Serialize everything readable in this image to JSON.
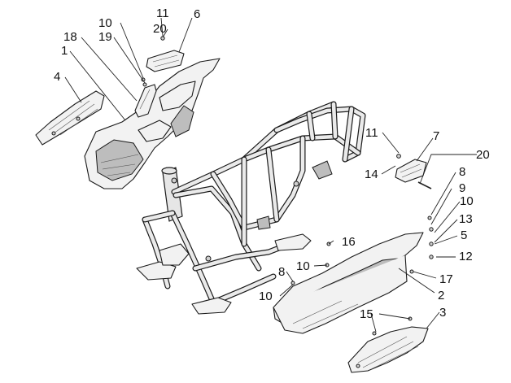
{
  "callouts": [
    {
      "id": "c11a",
      "text": "11"
    },
    {
      "id": "c6",
      "text": "6"
    },
    {
      "id": "c20a",
      "text": "20"
    },
    {
      "id": "c10a",
      "text": "10"
    },
    {
      "id": "c18",
      "text": "18"
    },
    {
      "id": "c19",
      "text": "19"
    },
    {
      "id": "c1",
      "text": "1"
    },
    {
      "id": "c4",
      "text": "4"
    },
    {
      "id": "c11b",
      "text": "11"
    },
    {
      "id": "c7",
      "text": "7"
    },
    {
      "id": "c20b",
      "text": "20"
    },
    {
      "id": "c14",
      "text": "14"
    },
    {
      "id": "c8a",
      "text": "8"
    },
    {
      "id": "c9",
      "text": "9"
    },
    {
      "id": "c10b",
      "text": "10"
    },
    {
      "id": "c13",
      "text": "13"
    },
    {
      "id": "c5",
      "text": "5"
    },
    {
      "id": "c12",
      "text": "12"
    },
    {
      "id": "c16",
      "text": "16"
    },
    {
      "id": "c10c",
      "text": "10"
    },
    {
      "id": "c17",
      "text": "17"
    },
    {
      "id": "c8b",
      "text": "8"
    },
    {
      "id": "c10d",
      "text": "10"
    },
    {
      "id": "c2",
      "text": "2"
    },
    {
      "id": "c15",
      "text": "15"
    },
    {
      "id": "c3",
      "text": "3"
    }
  ]
}
